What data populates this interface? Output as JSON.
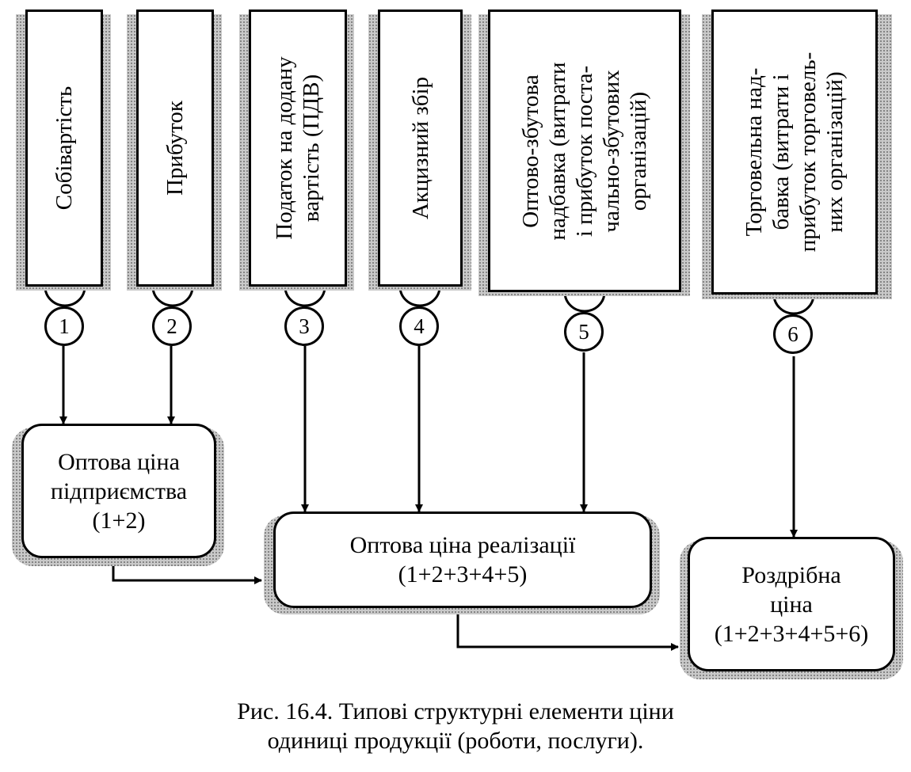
{
  "components": [
    {
      "num": "1",
      "lines": [
        "Собівартість"
      ]
    },
    {
      "num": "2",
      "lines": [
        "Прибуток"
      ]
    },
    {
      "num": "3",
      "lines": [
        "Податок на додану",
        "вартість (ПДВ)"
      ]
    },
    {
      "num": "4",
      "lines": [
        "Акцизний збір"
      ]
    },
    {
      "num": "5",
      "lines": [
        "Оптово-збутова",
        "надбавка (витрати",
        "і прибуток поста-",
        "чально-збутових",
        "організацій)"
      ]
    },
    {
      "num": "6",
      "lines": [
        "Торговельна над-",
        "бавка (витрати і",
        "прибуток торговель-",
        "них організацій)"
      ]
    }
  ],
  "prices": {
    "enterprise": {
      "lines": [
        "Оптова ціна",
        "підприємства",
        "(1+2)"
      ]
    },
    "sales": {
      "lines": [
        "Оптова ціна реалізації",
        "(1+2+3+4+5)"
      ]
    },
    "retail": {
      "lines": [
        "Роздрібна",
        "ціна",
        "(1+2+3+4+5+6)"
      ]
    }
  },
  "caption": {
    "line1": "Рис. 16.4. Типові структурні елементи ціни",
    "line2": "одиниці продукції (роботи, послуги)."
  }
}
